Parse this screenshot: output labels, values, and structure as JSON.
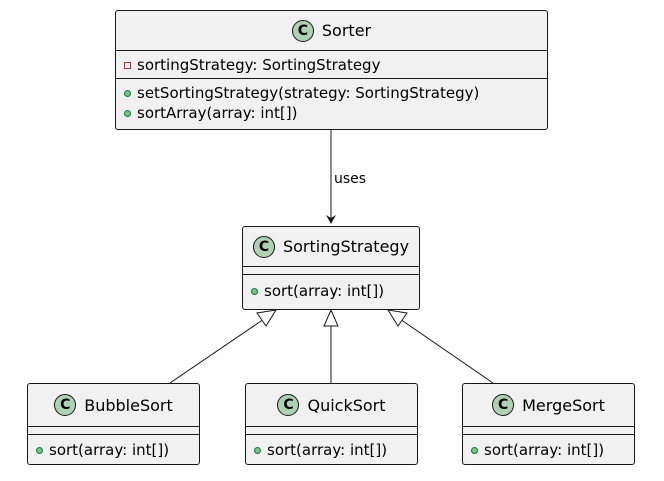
{
  "diagram": {
    "classes": {
      "sorter": {
        "name": "Sorter",
        "badge": "C",
        "attributes": [
          {
            "visibility": "private",
            "text": "sortingStrategy: SortingStrategy"
          }
        ],
        "methods": [
          {
            "visibility": "public",
            "text": "setSortingStrategy(strategy: SortingStrategy)"
          },
          {
            "visibility": "public",
            "text": "sortArray(array: int[])"
          }
        ]
      },
      "sorting_strategy": {
        "name": "SortingStrategy",
        "badge": "C",
        "methods": [
          {
            "visibility": "public",
            "text": "sort(array: int[])"
          }
        ]
      },
      "bubble_sort": {
        "name": "BubbleSort",
        "badge": "C",
        "methods": [
          {
            "visibility": "public",
            "text": "sort(array: int[])"
          }
        ]
      },
      "quick_sort": {
        "name": "QuickSort",
        "badge": "C",
        "methods": [
          {
            "visibility": "public",
            "text": "sort(array: int[])"
          }
        ]
      },
      "merge_sort": {
        "name": "MergeSort",
        "badge": "C",
        "methods": [
          {
            "visibility": "public",
            "text": "sort(array: int[])"
          }
        ]
      }
    },
    "relations": {
      "uses_label": "uses"
    },
    "colors": {
      "class_fill": "#f1f1f1",
      "badge_fill": "#add1b2",
      "line": "#181818"
    }
  }
}
